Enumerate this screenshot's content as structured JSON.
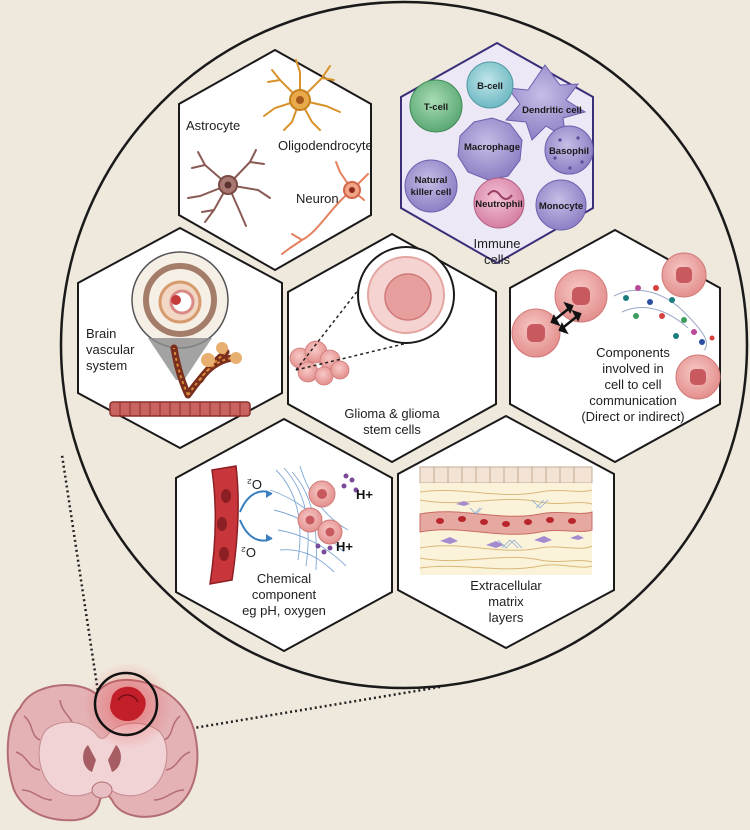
{
  "panels": {
    "neural": {
      "astrocyte": "Astrocyte",
      "oligodendrocyte": "Oligodendrocyte",
      "neuron": "Neuron"
    },
    "immune": {
      "title_line1": "Immune",
      "title_line2": "cells",
      "cells": {
        "b_cell": "B-cell",
        "t_cell": "T-cell",
        "dendritic": "Dendritic cell",
        "macrophage": "Macrophage",
        "basophil": "Basophil",
        "nk_line1": "Natural",
        "nk_line2": "killer cell",
        "neutrophil": "Neutrophil",
        "monocyte": "Monocyte"
      }
    },
    "vascular": {
      "line1": "Brain",
      "line2": "vascular",
      "line3": "system"
    },
    "glioma": {
      "line1": "Glioma & glioma",
      "line2": "stem cells"
    },
    "communication": {
      "line1": "Components",
      "line2": "involved in",
      "line3": "cell to cell",
      "line4": "communication",
      "line5": "(Direct or indirect)"
    },
    "chemical": {
      "line1": "Chemical",
      "line2": "component",
      "line3": "eg pH, oxygen",
      "o2_top": "O₂",
      "o2_bottom": "O₂",
      "h_plus_1": "H+",
      "h_plus_2": "H+"
    },
    "ecm": {
      "line1": "Extracellular",
      "line2": "matrix",
      "line3": "layers"
    }
  }
}
